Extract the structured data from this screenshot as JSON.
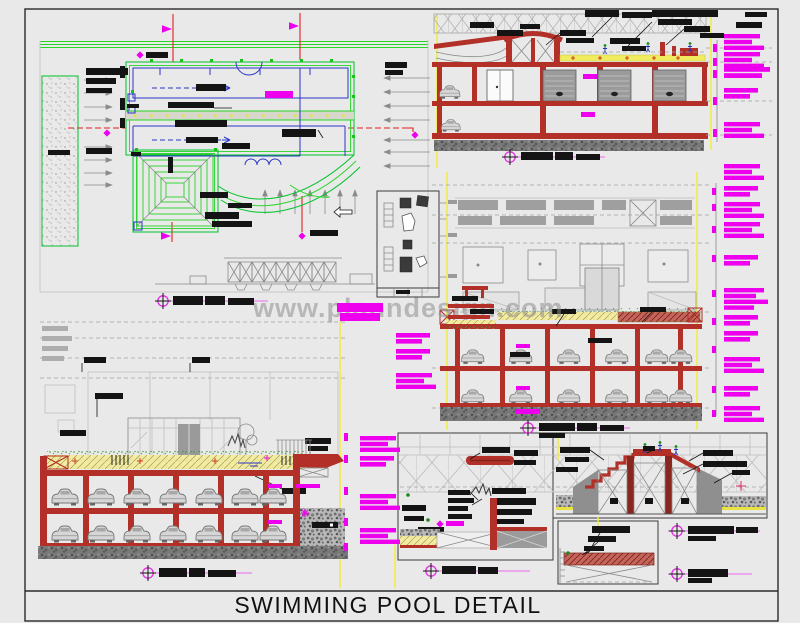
{
  "drawing": {
    "title": "SWIMMING POOL DETAIL",
    "watermark": "www.planndesign.com"
  },
  "views": [
    {
      "name": "pool-plan-view"
    },
    {
      "name": "equipment-room-plan"
    },
    {
      "name": "roof-section-view"
    },
    {
      "name": "elevation-parking-section"
    },
    {
      "name": "plaza-parking-section"
    },
    {
      "name": "pool-edge-detail"
    },
    {
      "name": "stair-detail"
    },
    {
      "name": "slab-detail"
    }
  ],
  "colors": {
    "canvas": "#e8e9e8",
    "frame": "#2a2a2a",
    "pool_green": "#00c32a",
    "pipe_blue": "#2b35c9",
    "structure_red": "#b23028",
    "centerline_red": "#e02020",
    "label_magenta": "#ee00ee",
    "grid_yellow": "#f2ee35",
    "deck_yellow": "#f2eca6",
    "building_gray": "#9f9f9f",
    "annotation_black": "#141414",
    "watermark_gray": "#8f8f8f"
  },
  "icons": {
    "section_marker": "crosshair-circle",
    "centerline_marker": "magenta-diamond",
    "annotation_text": "redacted-black-bar",
    "car": "car-front-glyph"
  }
}
